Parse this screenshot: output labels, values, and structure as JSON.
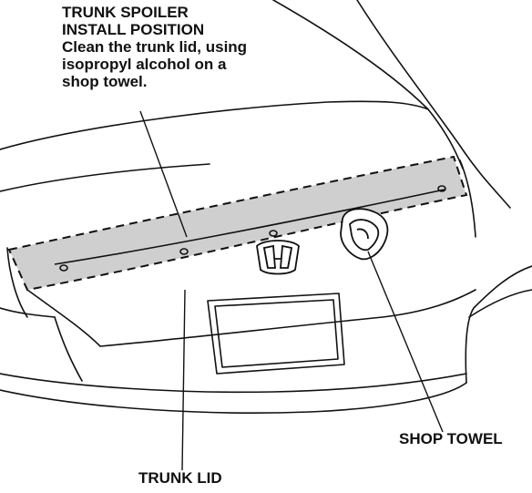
{
  "diagram": {
    "callouts": {
      "spoiler_line1": "TRUNK SPOILER",
      "spoiler_line2": "INSTALL POSITION",
      "spoiler_line3": "Clean the trunk lid, using",
      "spoiler_line4": "isopropyl alcohol on a",
      "spoiler_line5": "shop towel.",
      "shop_towel": "SHOP TOWEL",
      "trunk_lid": "TRUNK LID"
    },
    "colors": {
      "line": "#111111",
      "highlight": "#cfcfcf",
      "background": "#ffffff"
    }
  }
}
